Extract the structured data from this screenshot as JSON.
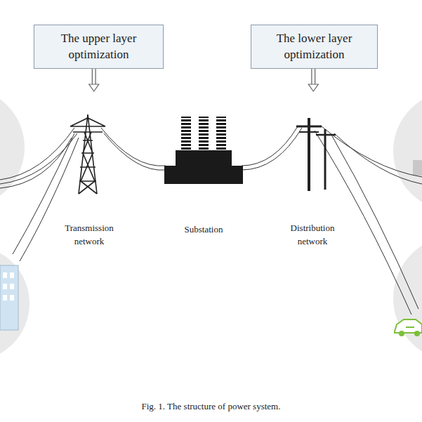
{
  "diagram": {
    "caption": "Fig. 1. The structure of power system.",
    "nodes": [
      {
        "text": [
          "The upper layer optimization"
        ]
      },
      {
        "text": [
          "The lower layer optimization"
        ]
      },
      {
        "text": [
          "Transmission network"
        ]
      },
      {
        "text": [
          "Substation"
        ]
      },
      {
        "text": [
          "Distribution network"
        ]
      }
    ],
    "edges": [
      {
        "from": 0,
        "to": 2,
        "arrow": "to"
      },
      {
        "from": 1,
        "to": 4,
        "arrow": "to"
      }
    ]
  }
}
